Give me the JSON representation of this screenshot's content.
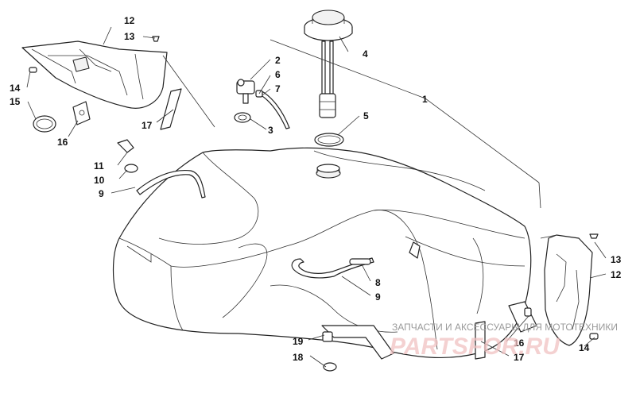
{
  "callouts": {
    "n1": "1",
    "n2": "2",
    "n3": "3",
    "n4": "4",
    "n5": "5",
    "n6": "6",
    "n7": "7",
    "n8": "8",
    "n9a": "9",
    "n9b": "9",
    "n10": "10",
    "n11": "11",
    "n12a": "12",
    "n12b": "12",
    "n13a": "13",
    "n13b": "13",
    "n14a": "14",
    "n14b": "14",
    "n15": "15",
    "n16a": "16",
    "n16b": "16",
    "n17a": "17",
    "n17b": "17",
    "n18": "18",
    "n19": "19"
  },
  "watermark": {
    "caption": "ЗАПЧАСТИ И АКСЕССУАРЫ ДЛЯ МОТОТЕХНИКИ",
    "logo": "PARTSFOR.RU"
  }
}
